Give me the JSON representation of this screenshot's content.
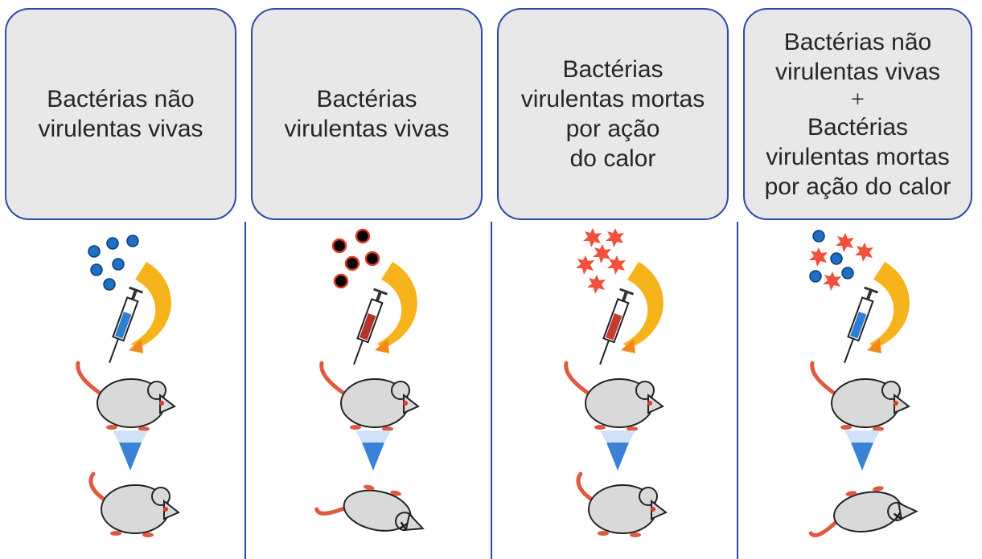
{
  "panels": [
    {
      "lines": [
        "Bactérias não",
        "virulentas vivas"
      ],
      "bacteria": "blue",
      "outcome": "alive"
    },
    {
      "lines": [
        "Bactérias",
        "virulentas vivas"
      ],
      "bacteria": "red-ring",
      "outcome": "dead"
    },
    {
      "lines": [
        "Bactérias",
        "virulentas mortas",
        "por ação",
        "do calor"
      ],
      "bacteria": "stars",
      "outcome": "alive"
    },
    {
      "lines": [
        "Bactérias não",
        "virulentas vivas",
        "+",
        "Bactérias",
        "virulentas mortas",
        "por ação do calor"
      ],
      "bacteria": "mixed",
      "outcome": "dead"
    }
  ],
  "colors": {
    "box_border": "#2e4aa8",
    "box_fill": "#e8e8e8",
    "live_bacteria": "#1f6fc4",
    "virulent_bacteria": "#000000",
    "virulent_ring": "#e23a2a",
    "dead_bacteria": "#f0503c",
    "mouse_body": "#d9d9d9",
    "mouse_tail": "#e05a42",
    "arrow": "#3b82d6"
  }
}
